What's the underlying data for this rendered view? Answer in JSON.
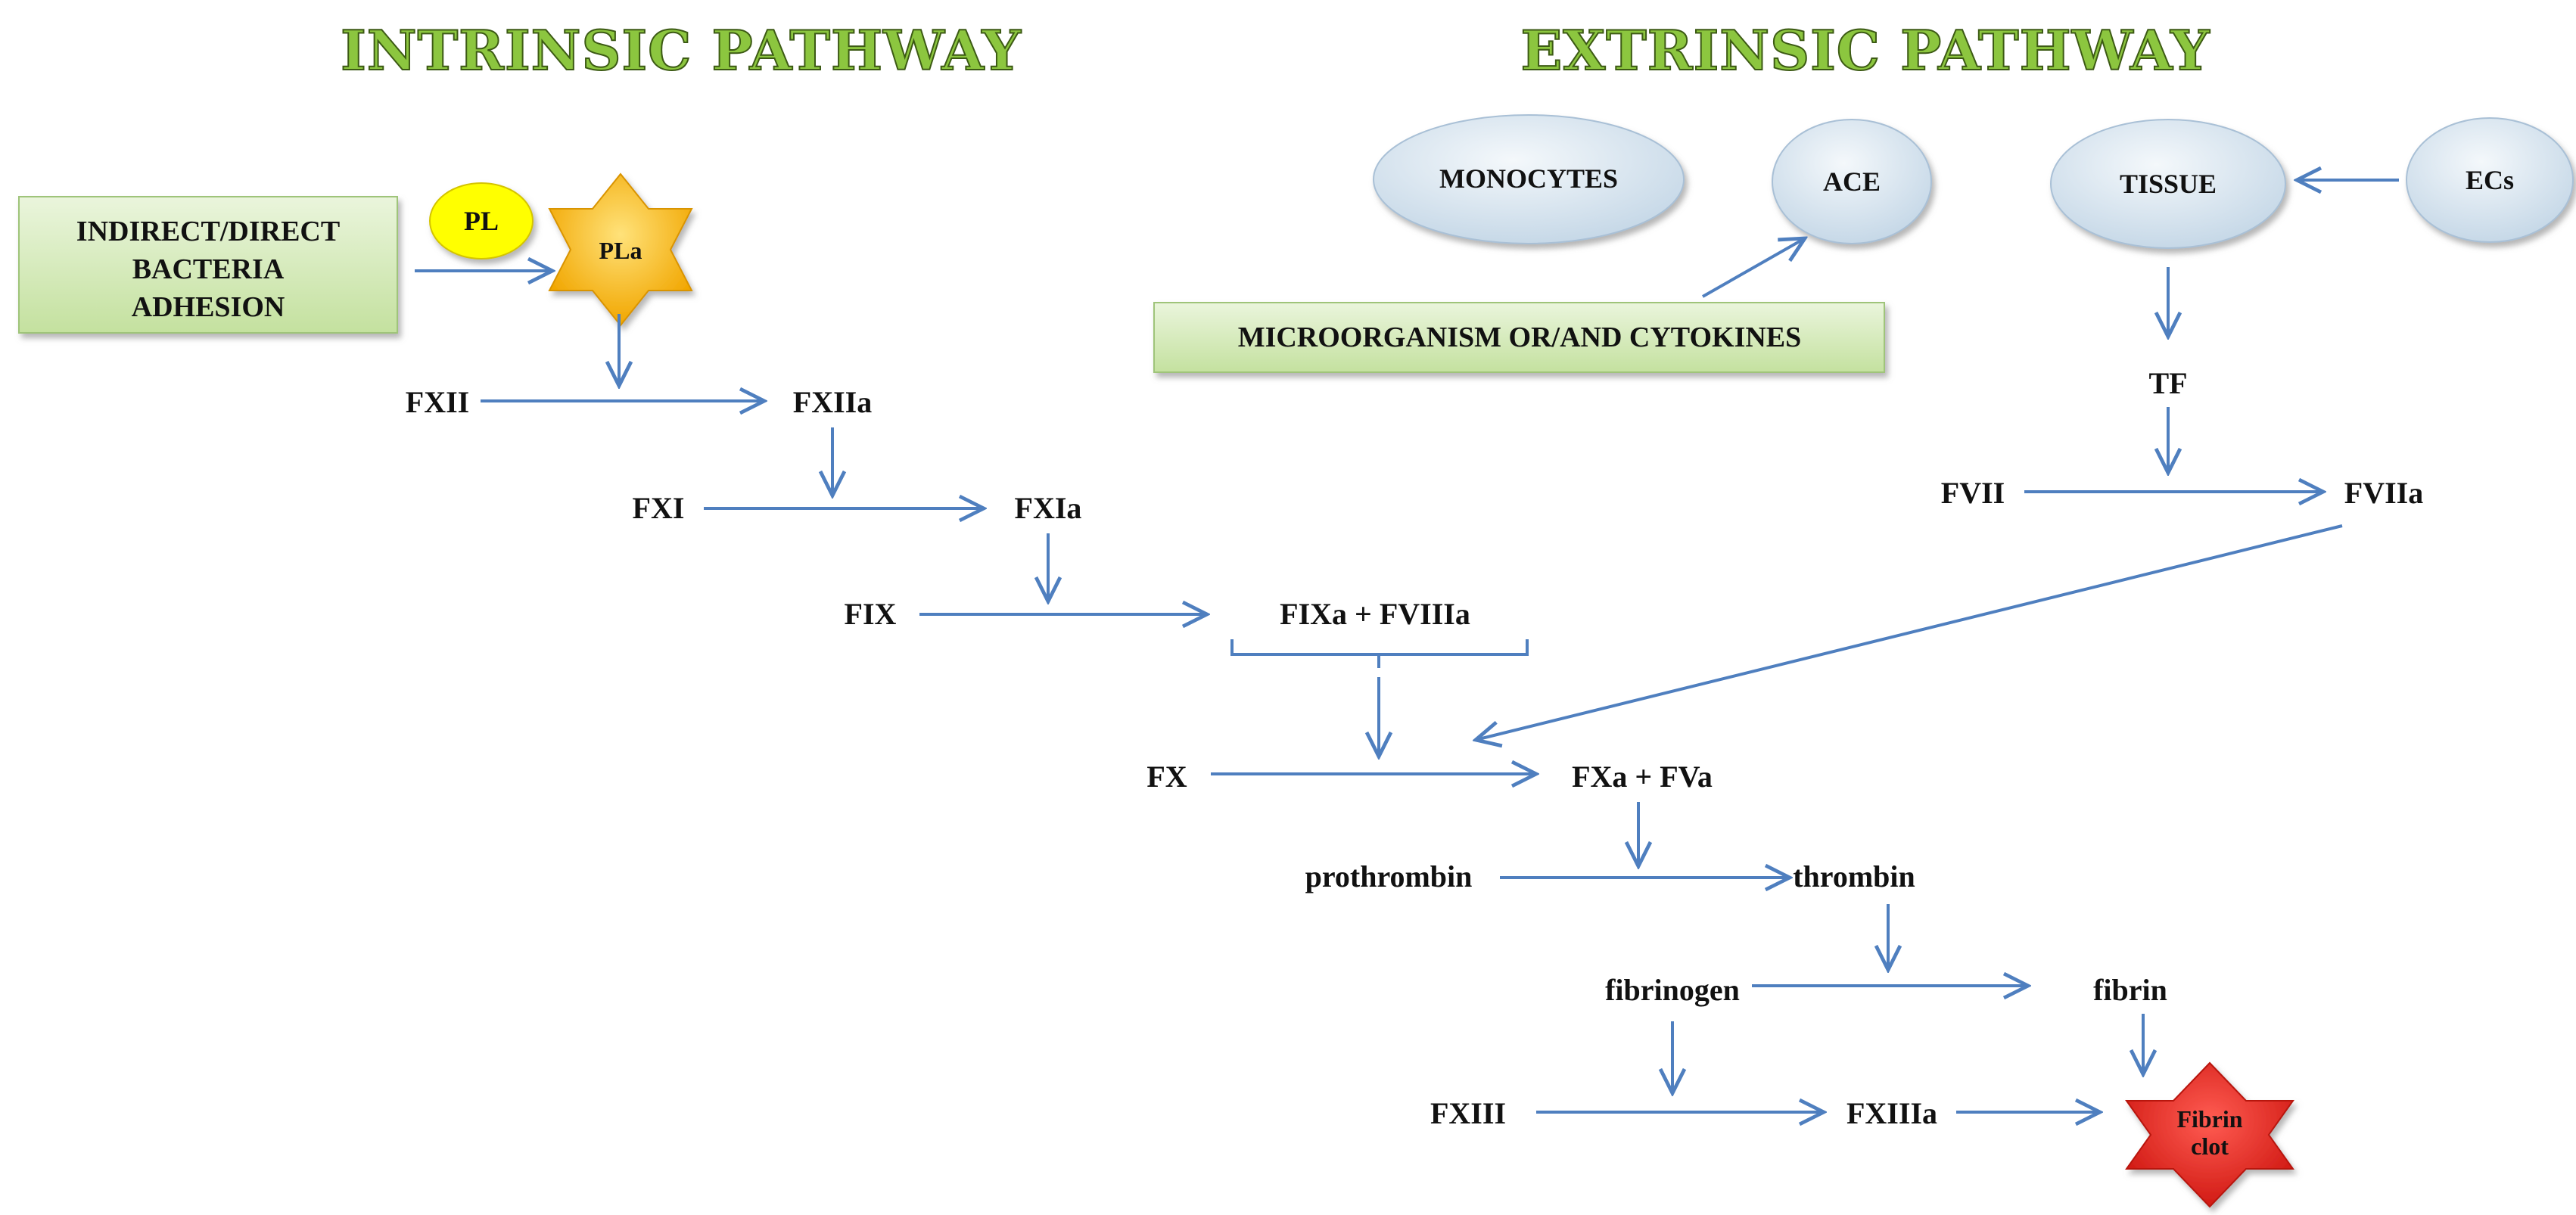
{
  "titles": {
    "intrinsic": "INTRINSIC PATHWAY",
    "extrinsic": "EXTRINSIC PATHWAY"
  },
  "boxes": {
    "bacteria": [
      "INDIRECT/DIRECT",
      "BACTERIA",
      "ADHESION"
    ],
    "micro": "MICROORGANISM OR/AND CYTOKINES"
  },
  "ovals": {
    "monocytes": "MONOCYTES",
    "ace": "ACE",
    "tissue": "TISSUE",
    "ecs": "ECs",
    "pl": "PL"
  },
  "stars": {
    "pla": "PLa",
    "clot": [
      "Fibrin",
      "clot"
    ]
  },
  "nodes": {
    "fxii": "FXII",
    "fxiia": "FXIIa",
    "fxi": "FXI",
    "fxia": "FXIa",
    "fix": "FIX",
    "fixa_fviiia": "FIXa + FVIIIa",
    "fx": "FX",
    "fxa_fva": "FXa + FVa",
    "prothrombin": "prothrombin",
    "thrombin": "thrombin",
    "fibrinogen": "fibrinogen",
    "fibrin": "fibrin",
    "fxiii": "FXIII",
    "fxiiia": "FXIIIa",
    "tf": "TF",
    "fvii": "FVII",
    "fviia": "FVIIa"
  },
  "colors": {
    "title_fill": "#8cc63f",
    "arrow": "#4f7fbf",
    "box_fill": "#d6ebb9",
    "oval_fill": "#dde9f3",
    "pl_fill": "#ffff00",
    "pla_fill": "#f7b500",
    "clot_fill": "#e8241e"
  }
}
